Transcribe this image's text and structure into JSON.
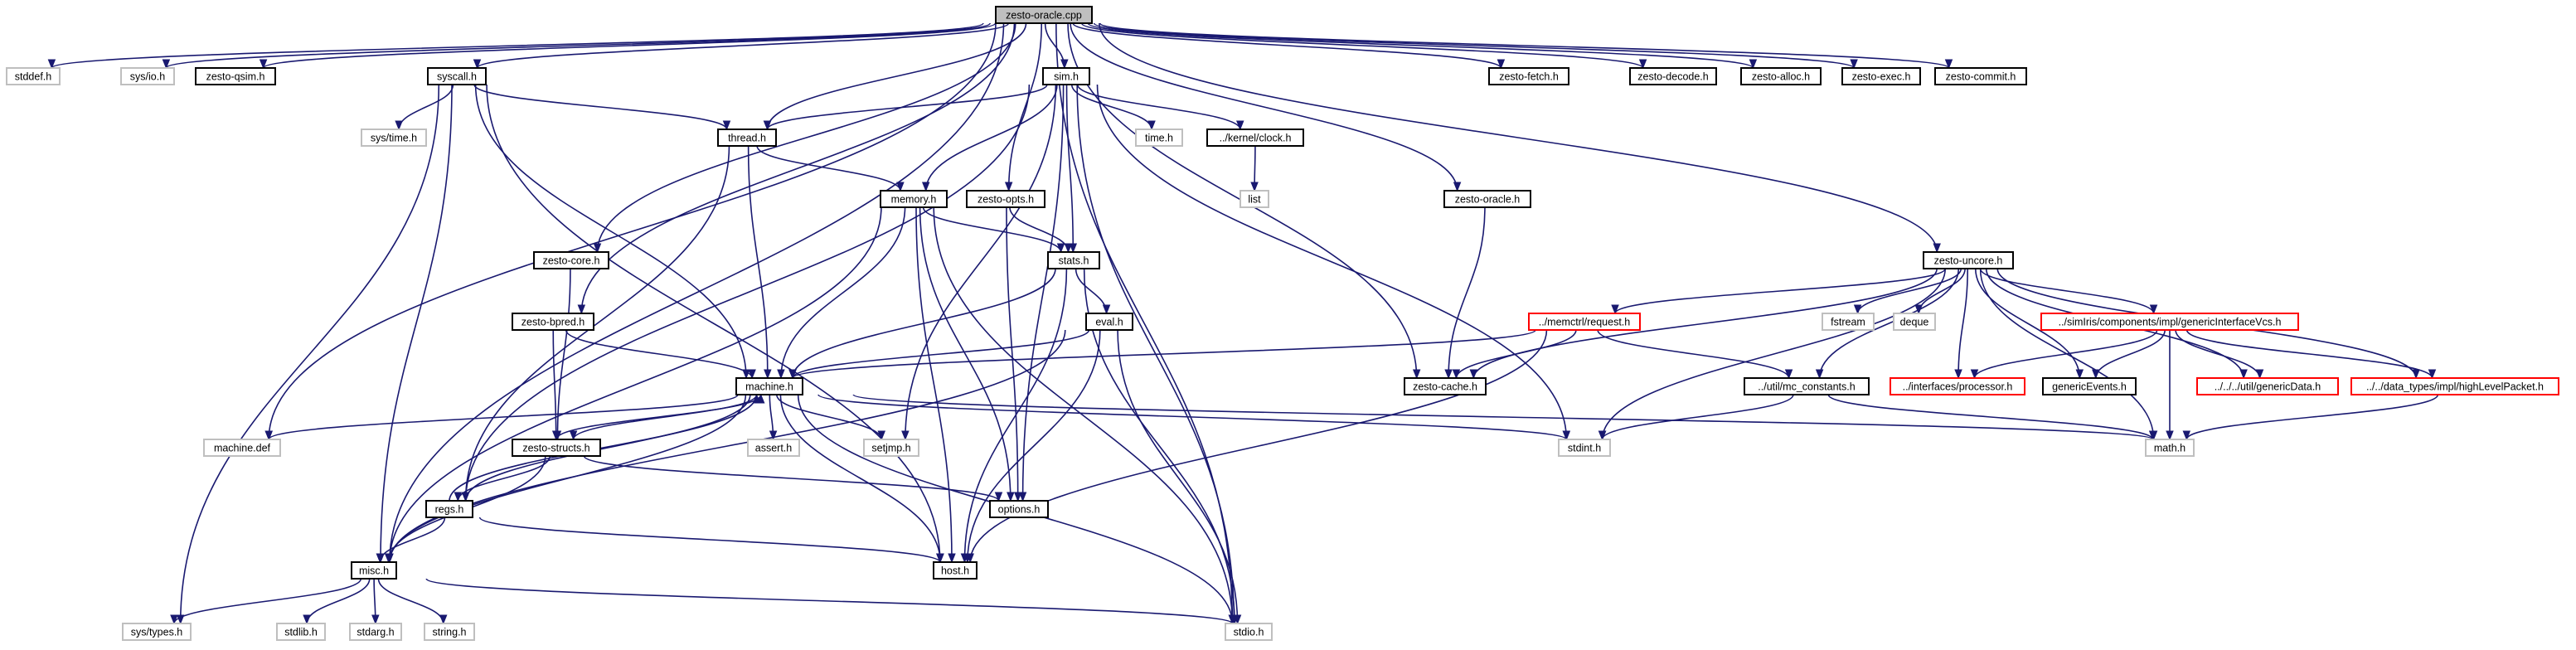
{
  "diagram": {
    "nodes": [
      {
        "id": "zesto_oracle_cpp",
        "label": "zesto-oracle.cpp",
        "style": "root"
      },
      {
        "id": "stddef_h",
        "label": "stddef.h",
        "style": "gray"
      },
      {
        "id": "sys_io_h",
        "label": "sys/io.h",
        "style": "gray"
      },
      {
        "id": "zesto_qsim_h",
        "label": "zesto-qsim.h",
        "style": "solid"
      },
      {
        "id": "syscall_h",
        "label": "syscall.h",
        "style": "solid"
      },
      {
        "id": "sim_h",
        "label": "sim.h",
        "style": "solid"
      },
      {
        "id": "zesto_fetch_h",
        "label": "zesto-fetch.h",
        "style": "solid"
      },
      {
        "id": "zesto_decode_h",
        "label": "zesto-decode.h",
        "style": "solid"
      },
      {
        "id": "zesto_alloc_h",
        "label": "zesto-alloc.h",
        "style": "solid"
      },
      {
        "id": "zesto_exec_h",
        "label": "zesto-exec.h",
        "style": "solid"
      },
      {
        "id": "zesto_commit_h",
        "label": "zesto-commit.h",
        "style": "solid"
      },
      {
        "id": "sys_time_h",
        "label": "sys/time.h",
        "style": "gray"
      },
      {
        "id": "thread_h",
        "label": "thread.h",
        "style": "solid"
      },
      {
        "id": "time_h",
        "label": "time.h",
        "style": "gray"
      },
      {
        "id": "kernel_clock_h",
        "label": "../kernel/clock.h",
        "style": "solid"
      },
      {
        "id": "list",
        "label": "list",
        "style": "gray"
      },
      {
        "id": "memory_h",
        "label": "memory.h",
        "style": "solid"
      },
      {
        "id": "zesto_opts_h",
        "label": "zesto-opts.h",
        "style": "solid"
      },
      {
        "id": "zesto_oracle_h",
        "label": "zesto-oracle.h",
        "style": "solid"
      },
      {
        "id": "zesto_core_h",
        "label": "zesto-core.h",
        "style": "solid"
      },
      {
        "id": "stats_h",
        "label": "stats.h",
        "style": "solid"
      },
      {
        "id": "zesto_uncore_h",
        "label": "zesto-uncore.h",
        "style": "solid"
      },
      {
        "id": "zesto_bpred_h",
        "label": "zesto-bpred.h",
        "style": "solid"
      },
      {
        "id": "eval_h",
        "label": "eval.h",
        "style": "solid"
      },
      {
        "id": "memctrl_request_h",
        "label": "../memctrl/request.h",
        "style": "red"
      },
      {
        "id": "fstream",
        "label": "fstream",
        "style": "gray"
      },
      {
        "id": "deque",
        "label": "deque",
        "style": "gray"
      },
      {
        "id": "generic_interface_vcs_h",
        "label": "../simIris/components/impl/genericInterfaceVcs.h",
        "style": "red"
      },
      {
        "id": "machine_h",
        "label": "machine.h",
        "style": "solid"
      },
      {
        "id": "zesto_cache_h",
        "label": "zesto-cache.h",
        "style": "solid"
      },
      {
        "id": "util_mc_constants_h",
        "label": "../util/mc_constants.h",
        "style": "solid"
      },
      {
        "id": "interfaces_processor_h",
        "label": "../interfaces/processor.h",
        "style": "red"
      },
      {
        "id": "generic_events_h",
        "label": "genericEvents.h",
        "style": "solid"
      },
      {
        "id": "util_generic_data_h",
        "label": "../../../util/genericData.h",
        "style": "red"
      },
      {
        "id": "high_level_packet_h",
        "label": "../../data_types/impl/highLevelPacket.h",
        "style": "red"
      },
      {
        "id": "machine_def",
        "label": "machine.def",
        "style": "gray"
      },
      {
        "id": "zesto_structs_h",
        "label": "zesto-structs.h",
        "style": "solid"
      },
      {
        "id": "assert_h",
        "label": "assert.h",
        "style": "gray"
      },
      {
        "id": "setjmp_h",
        "label": "setjmp.h",
        "style": "gray"
      },
      {
        "id": "stdint_h",
        "label": "stdint.h",
        "style": "gray"
      },
      {
        "id": "math_h",
        "label": "math.h",
        "style": "gray"
      },
      {
        "id": "options_h",
        "label": "options.h",
        "style": "solid"
      },
      {
        "id": "regs_h",
        "label": "regs.h",
        "style": "solid"
      },
      {
        "id": "host_h",
        "label": "host.h",
        "style": "solid"
      },
      {
        "id": "misc_h",
        "label": "misc.h",
        "style": "solid"
      },
      {
        "id": "sys_types_h",
        "label": "sys/types.h",
        "style": "gray"
      },
      {
        "id": "stdlib_h",
        "label": "stdlib.h",
        "style": "gray"
      },
      {
        "id": "stdarg_h",
        "label": "stdarg.h",
        "style": "gray"
      },
      {
        "id": "string_h",
        "label": "string.h",
        "style": "gray"
      },
      {
        "id": "stdio_h",
        "label": "stdio.h",
        "style": "gray"
      }
    ],
    "edges": [
      [
        "zesto_oracle_cpp",
        "stddef_h"
      ],
      [
        "zesto_oracle_cpp",
        "sys_io_h"
      ],
      [
        "zesto_oracle_cpp",
        "zesto_qsim_h"
      ],
      [
        "zesto_oracle_cpp",
        "syscall_h"
      ],
      [
        "zesto_oracle_cpp",
        "sim_h"
      ],
      [
        "zesto_oracle_cpp",
        "zesto_fetch_h"
      ],
      [
        "zesto_oracle_cpp",
        "zesto_decode_h"
      ],
      [
        "zesto_oracle_cpp",
        "zesto_alloc_h"
      ],
      [
        "zesto_oracle_cpp",
        "zesto_exec_h"
      ],
      [
        "zesto_oracle_cpp",
        "zesto_commit_h"
      ],
      [
        "zesto_oracle_cpp",
        "thread_h"
      ],
      [
        "zesto_oracle_cpp",
        "zesto_opts_h"
      ],
      [
        "zesto_oracle_cpp",
        "zesto_oracle_h"
      ],
      [
        "zesto_oracle_cpp",
        "zesto_core_h"
      ],
      [
        "zesto_oracle_cpp",
        "zesto_uncore_h"
      ],
      [
        "zesto_oracle_cpp",
        "zesto_bpred_h"
      ],
      [
        "zesto_oracle_cpp",
        "zesto_cache_h"
      ],
      [
        "zesto_oracle_cpp",
        "machine_def"
      ],
      [
        "zesto_oracle_cpp",
        "misc_h"
      ],
      [
        "zesto_oracle_cpp",
        "stdio_h"
      ],
      [
        "syscall_h",
        "sys_time_h"
      ],
      [
        "syscall_h",
        "thread_h"
      ],
      [
        "syscall_h",
        "machine_h"
      ],
      [
        "syscall_h",
        "host_h"
      ],
      [
        "syscall_h",
        "misc_h"
      ],
      [
        "syscall_h",
        "sys_types_h"
      ],
      [
        "sim_h",
        "thread_h"
      ],
      [
        "sim_h",
        "time_h"
      ],
      [
        "sim_h",
        "kernel_clock_h"
      ],
      [
        "sim_h",
        "memory_h"
      ],
      [
        "sim_h",
        "stats_h"
      ],
      [
        "sim_h",
        "regs_h"
      ],
      [
        "sim_h",
        "setjmp_h"
      ],
      [
        "sim_h",
        "options_h"
      ],
      [
        "sim_h",
        "stdint_h"
      ],
      [
        "sim_h",
        "stdio_h"
      ],
      [
        "kernel_clock_h",
        "list"
      ],
      [
        "thread_h",
        "memory_h"
      ],
      [
        "thread_h",
        "machine_h"
      ],
      [
        "thread_h",
        "regs_h"
      ],
      [
        "memory_h",
        "stats_h"
      ],
      [
        "memory_h",
        "machine_h"
      ],
      [
        "memory_h",
        "options_h"
      ],
      [
        "memory_h",
        "host_h"
      ],
      [
        "memory_h",
        "misc_h"
      ],
      [
        "memory_h",
        "stdio_h"
      ],
      [
        "zesto_opts_h",
        "stats_h"
      ],
      [
        "zesto_opts_h",
        "options_h"
      ],
      [
        "zesto_oracle_h",
        "zesto_cache_h"
      ],
      [
        "zesto_core_h",
        "zesto_structs_h"
      ],
      [
        "stats_h",
        "eval_h"
      ],
      [
        "stats_h",
        "machine_h"
      ],
      [
        "stats_h",
        "host_h"
      ],
      [
        "stats_h",
        "stdio_h"
      ],
      [
        "zesto_bpred_h",
        "machine_h"
      ],
      [
        "zesto_bpred_h",
        "zesto_structs_h"
      ],
      [
        "eval_h",
        "machine_h"
      ],
      [
        "eval_h",
        "misc_h"
      ],
      [
        "eval_h",
        "host_h"
      ],
      [
        "eval_h",
        "stdio_h"
      ],
      [
        "zesto_uncore_h",
        "memctrl_request_h"
      ],
      [
        "zesto_uncore_h",
        "fstream"
      ],
      [
        "zesto_uncore_h",
        "deque"
      ],
      [
        "zesto_uncore_h",
        "generic_interface_vcs_h"
      ],
      [
        "zesto_uncore_h",
        "zesto_cache_h"
      ],
      [
        "zesto_uncore_h",
        "util_mc_constants_h"
      ],
      [
        "zesto_uncore_h",
        "interfaces_processor_h"
      ],
      [
        "zesto_uncore_h",
        "generic_events_h"
      ],
      [
        "zesto_uncore_h",
        "util_generic_data_h"
      ],
      [
        "zesto_uncore_h",
        "high_level_packet_h"
      ],
      [
        "zesto_uncore_h",
        "stdint_h"
      ],
      [
        "zesto_uncore_h",
        "math_h"
      ],
      [
        "memctrl_request_h",
        "zesto_cache_h"
      ],
      [
        "memctrl_request_h",
        "util_mc_constants_h"
      ],
      [
        "memctrl_request_h",
        "machine_h"
      ],
      [
        "memctrl_request_h",
        "host_h"
      ],
      [
        "generic_interface_vcs_h",
        "interfaces_processor_h"
      ],
      [
        "generic_interface_vcs_h",
        "generic_events_h"
      ],
      [
        "generic_interface_vcs_h",
        "util_generic_data_h"
      ],
      [
        "generic_interface_vcs_h",
        "high_level_packet_h"
      ],
      [
        "generic_interface_vcs_h",
        "math_h"
      ],
      [
        "util_mc_constants_h",
        "stdint_h"
      ],
      [
        "util_mc_constants_h",
        "math_h"
      ],
      [
        "high_level_packet_h",
        "math_h"
      ],
      [
        "machine_h",
        "machine_def"
      ],
      [
        "machine_h",
        "zesto_structs_h"
      ],
      [
        "machine_h",
        "assert_h"
      ],
      [
        "machine_h",
        "setjmp_h"
      ],
      [
        "machine_h",
        "stdint_h"
      ],
      [
        "machine_h",
        "math_h"
      ],
      [
        "machine_h",
        "regs_h"
      ],
      [
        "machine_h",
        "host_h"
      ],
      [
        "machine_h",
        "misc_h"
      ],
      [
        "machine_h",
        "stdio_h"
      ],
      [
        "zesto_structs_h",
        "machine_h"
      ],
      [
        "zesto_structs_h",
        "options_h"
      ],
      [
        "zesto_structs_h",
        "regs_h"
      ],
      [
        "zesto_structs_h",
        "misc_h"
      ],
      [
        "regs_h",
        "machine_h"
      ],
      [
        "regs_h",
        "host_h"
      ],
      [
        "regs_h",
        "misc_h"
      ],
      [
        "misc_h",
        "sys_types_h"
      ],
      [
        "misc_h",
        "stdlib_h"
      ],
      [
        "misc_h",
        "stdarg_h"
      ],
      [
        "misc_h",
        "string_h"
      ],
      [
        "misc_h",
        "stdio_h"
      ]
    ]
  }
}
